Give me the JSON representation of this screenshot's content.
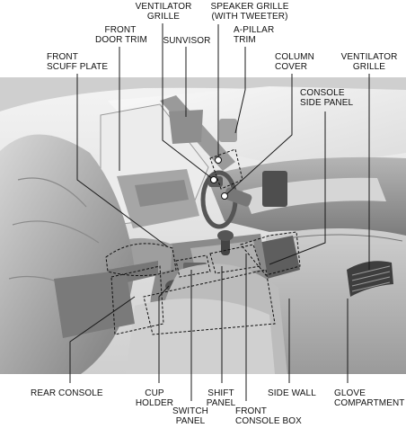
{
  "labels": {
    "ventilator_grille_left": [
      "VENTILATOR",
      "GRILLE"
    ],
    "speaker_grille": [
      "SPEAKER GRILLE",
      "(WITH TWEETER)"
    ],
    "front_door_trim": [
      "FRONT",
      "DOOR TRIM"
    ],
    "sunvisor": [
      "SUNVISOR"
    ],
    "a_pillar_trim": [
      "A-PILLAR",
      "TRIM"
    ],
    "front_scuff_plate": [
      "FRONT",
      "SCUFF PLATE"
    ],
    "column_cover": [
      "COLUMN",
      "COVER"
    ],
    "ventilator_grille_right": [
      "VENTILATOR",
      "GRILLE"
    ],
    "console_side_panel": [
      "CONSOLE",
      "SIDE PANEL"
    ],
    "rear_console": [
      "REAR CONSOLE"
    ],
    "cup_holder": [
      "CUP",
      "HOLDER"
    ],
    "shift_panel": [
      "SHIFT",
      "PANEL"
    ],
    "side_wall": [
      "SIDE WALL"
    ],
    "glove_compartment": [
      "GLOVE",
      "COMPARTMENT"
    ],
    "switch_panel": [
      "SWITCH",
      "PANEL"
    ],
    "front_console_box": [
      "FRONT",
      "CONSOLE BOX"
    ]
  },
  "colors": {
    "leader": "#1a1a1a",
    "dashed": "#111111",
    "interior_light": "#e9e9e9",
    "interior_mid": "#bdbdbd",
    "interior_dark": "#6e6e6e"
  }
}
